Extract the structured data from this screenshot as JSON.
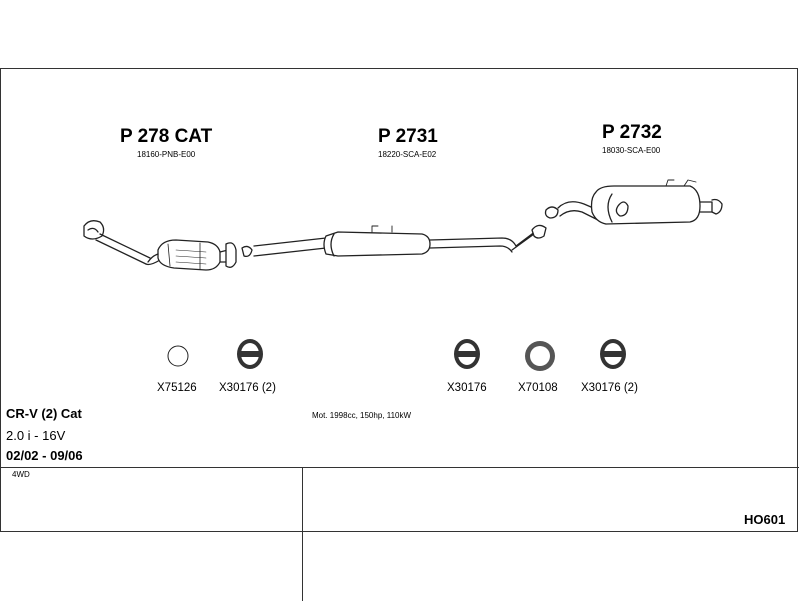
{
  "parts": [
    {
      "number": "P 278 CAT",
      "oem": "18160-PNB-E00"
    },
    {
      "number": "P 2731",
      "oem": "18220-SCA-E02"
    },
    {
      "number": "P 2732",
      "oem": "18030-SCA-E00"
    }
  ],
  "accessories": [
    {
      "label": "X75126",
      "icon": "ring-icon"
    },
    {
      "label": "X30176 (2)",
      "icon": "rubber-hanger-icon"
    },
    {
      "label": "X30176",
      "icon": "rubber-hanger-icon"
    },
    {
      "label": "X70108",
      "icon": "gasket-ring-icon"
    },
    {
      "label": "X30176 (2)",
      "icon": "rubber-hanger-icon"
    }
  ],
  "vehicle": {
    "model": "CR-V (2) Cat",
    "engine": "2.0 i - 16V",
    "years": "02/02 - 09/06",
    "drive": "4WD"
  },
  "motor_info": "Mot. 1998cc, 150hp, 110kW",
  "diagram_code": "HO601"
}
